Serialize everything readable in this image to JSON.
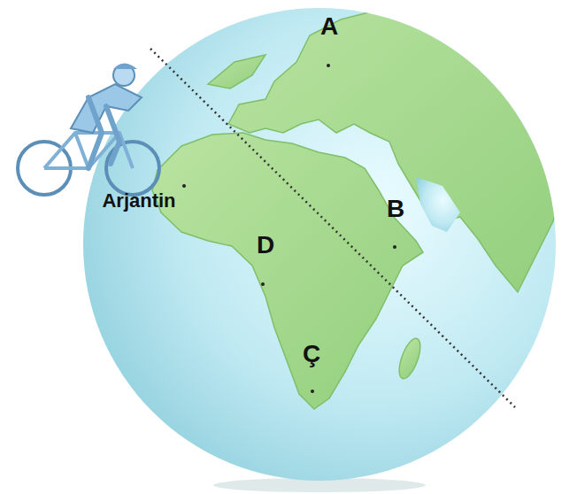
{
  "diagram": {
    "labels": [
      "A",
      "Arjantin",
      "B",
      "D",
      "Ç"
    ]
  }
}
